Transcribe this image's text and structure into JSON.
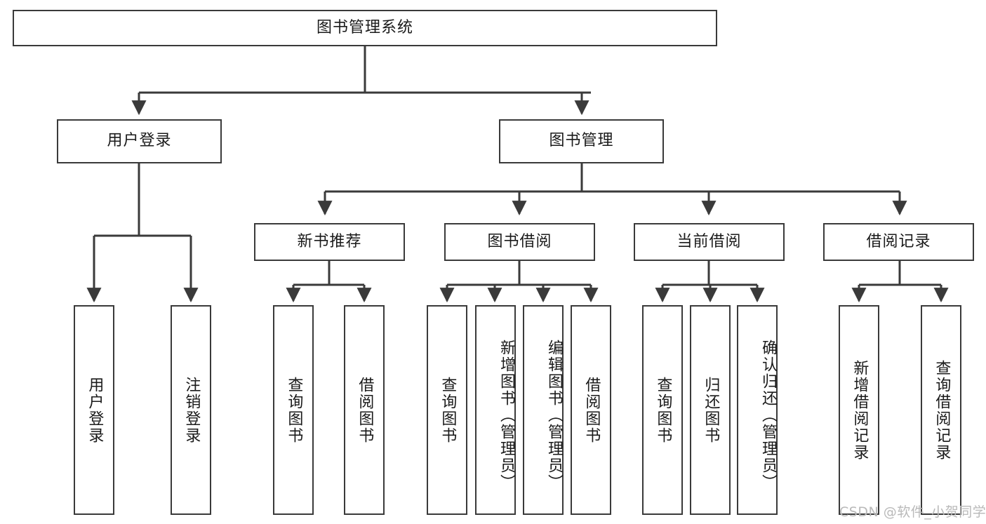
{
  "diagram": {
    "type": "tree",
    "title": "图书管理系统",
    "watermark": "CSDN @软件_小贺同学",
    "colors": {
      "border": "#3a3a3a",
      "background": "#ffffff",
      "text": "#1a1a1a",
      "watermark": "#b9b9b9"
    },
    "nodes": {
      "root": {
        "label": "图书管理系统",
        "orientation": "horizontal"
      },
      "level2": [
        {
          "id": "user-login",
          "label": "用户登录",
          "orientation": "horizontal"
        },
        {
          "id": "book-management",
          "label": "图书管理",
          "orientation": "horizontal"
        }
      ],
      "level3": [
        {
          "id": "new-book-recommend",
          "label": "新书推荐",
          "orientation": "horizontal"
        },
        {
          "id": "book-borrow",
          "label": "图书借阅",
          "orientation": "horizontal"
        },
        {
          "id": "current-borrow",
          "label": "当前借阅",
          "orientation": "horizontal"
        },
        {
          "id": "borrow-record",
          "label": "借阅记录",
          "orientation": "horizontal"
        }
      ],
      "leaves": [
        {
          "id": "leaf-user-login",
          "label": "用户登录",
          "parent": "user-login",
          "orientation": "vertical"
        },
        {
          "id": "leaf-user-logout",
          "label": "注销登录",
          "parent": "user-login",
          "orientation": "vertical"
        },
        {
          "id": "leaf-query-book-1",
          "label": "查询图书",
          "parent": "new-book-recommend",
          "orientation": "vertical"
        },
        {
          "id": "leaf-borrow-book-1",
          "label": "借阅图书",
          "parent": "new-book-recommend",
          "orientation": "vertical"
        },
        {
          "id": "leaf-query-book-2",
          "label": "查询图书",
          "parent": "book-borrow",
          "orientation": "vertical"
        },
        {
          "id": "leaf-add-book",
          "label": "新增图书（管理员）",
          "parent": "book-borrow",
          "orientation": "vertical"
        },
        {
          "id": "leaf-edit-book",
          "label": "编辑图书（管理员）",
          "parent": "book-borrow",
          "orientation": "vertical"
        },
        {
          "id": "leaf-borrow-book-2",
          "label": "借阅图书",
          "parent": "book-borrow",
          "orientation": "vertical"
        },
        {
          "id": "leaf-query-book-3",
          "label": "查询图书",
          "parent": "current-borrow",
          "orientation": "vertical"
        },
        {
          "id": "leaf-return-book",
          "label": "归还图书",
          "parent": "current-borrow",
          "orientation": "vertical"
        },
        {
          "id": "leaf-confirm-return",
          "label": "确认归还（管理员）",
          "parent": "current-borrow",
          "orientation": "vertical"
        },
        {
          "id": "leaf-add-record",
          "label": "新增借阅记录",
          "parent": "borrow-record",
          "orientation": "vertical"
        },
        {
          "id": "leaf-query-record",
          "label": "查询借阅记录",
          "parent": "borrow-record",
          "orientation": "vertical"
        }
      ]
    }
  }
}
